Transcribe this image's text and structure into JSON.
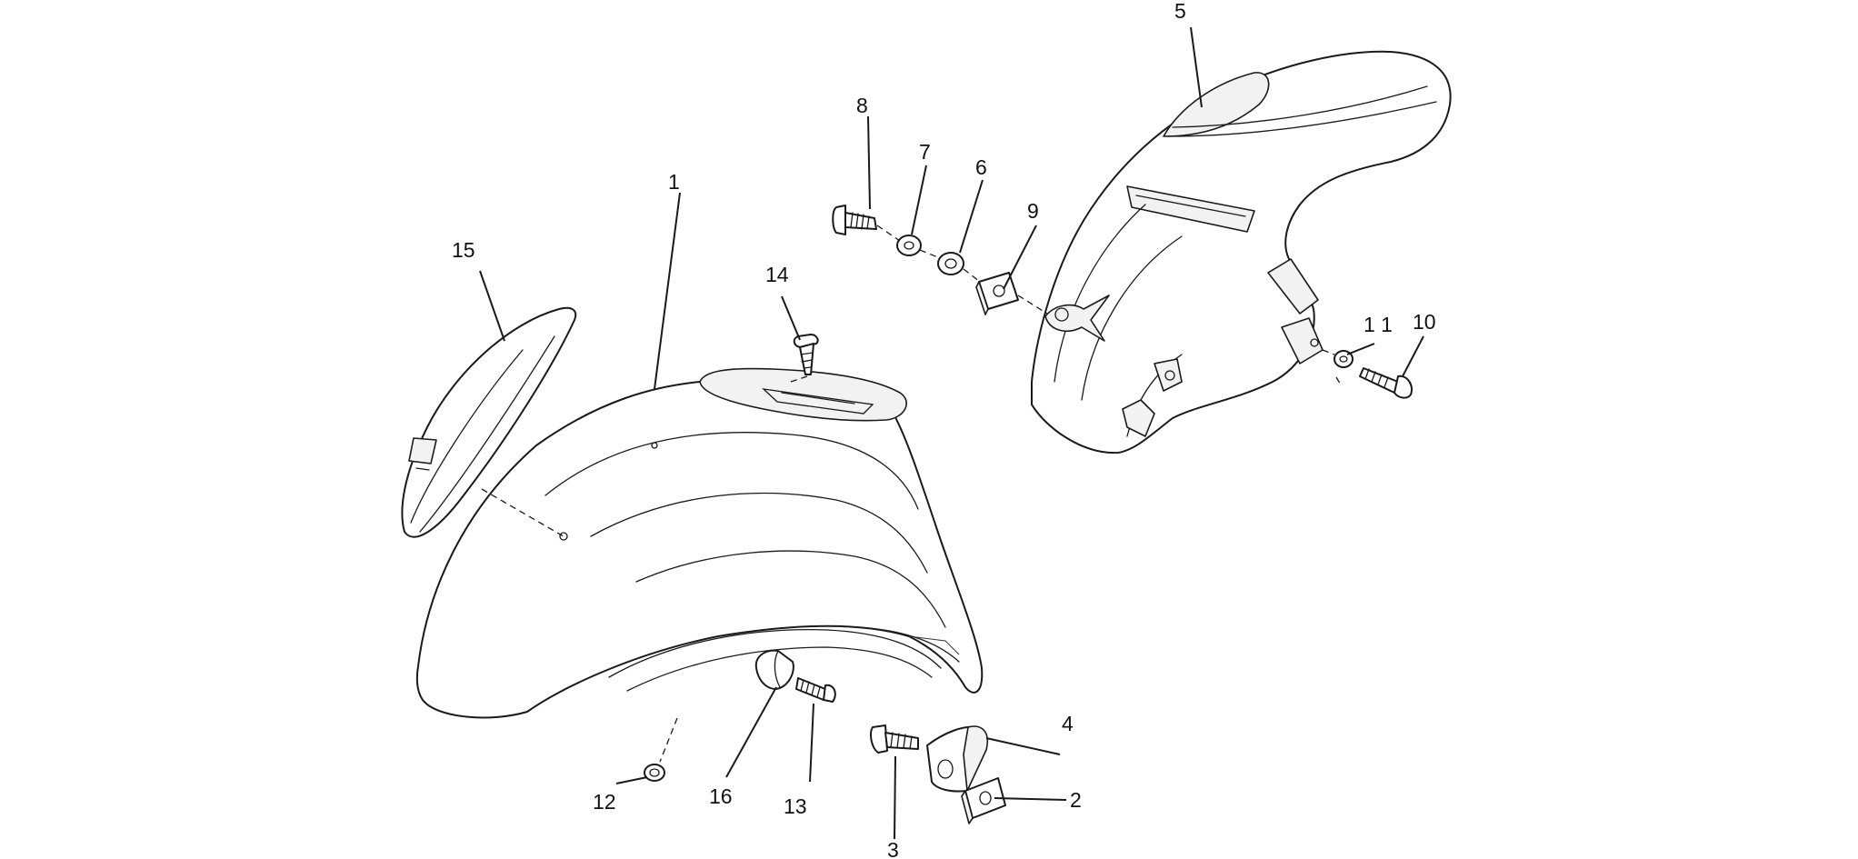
{
  "callouts": {
    "c1": "1",
    "c2": "2",
    "c3": "3",
    "c4": "4",
    "c5": "5",
    "c6": "6",
    "c7": "7",
    "c8": "8",
    "c9": "9",
    "c10": "10",
    "c11": "1 1",
    "c12": "12",
    "c13": "13",
    "c14": "14",
    "c15": "15",
    "c16": "16"
  },
  "colors": {
    "line": "#1a1a1a",
    "background": "#ffffff"
  }
}
